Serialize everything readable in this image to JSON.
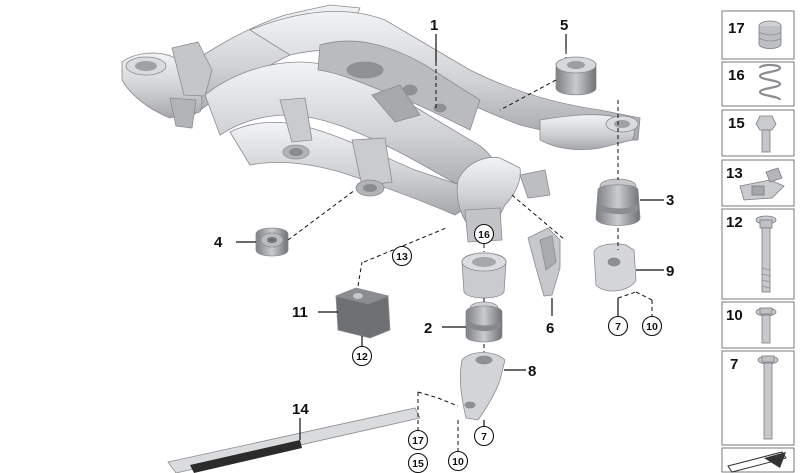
{
  "callouts": {
    "c1": "1",
    "c2": "2",
    "c3": "3",
    "c4": "4",
    "c5": "5",
    "c6": "6",
    "c8": "8",
    "c9": "9",
    "c11": "11",
    "c14": "14"
  },
  "circled": {
    "c16": "16",
    "c13": "13",
    "c12": "12",
    "c7a": "7",
    "c10a": "10",
    "c7b": "7",
    "c10b": "10",
    "c17": "17",
    "c15": "15"
  },
  "sidebar": {
    "items": [
      {
        "label": "17",
        "icon": "thread-insert-icon"
      },
      {
        "label": "16",
        "icon": "coil-insert-icon"
      },
      {
        "label": "15",
        "icon": "hex-bolt-icon"
      },
      {
        "label": "13",
        "icon": "clip-nut-icon"
      },
      {
        "label": "12",
        "icon": "long-bolt-icon"
      },
      {
        "label": "10",
        "icon": "flange-bolt-icon"
      },
      {
        "label": "7",
        "icon": "long-flange-bolt-icon"
      }
    ]
  },
  "colors": {
    "part_light": "#e6e7e9",
    "part_mid": "#bfc1c5",
    "part_dark": "#8e9095",
    "strut_dark": "#2b2b2b",
    "ink": "#111111"
  }
}
